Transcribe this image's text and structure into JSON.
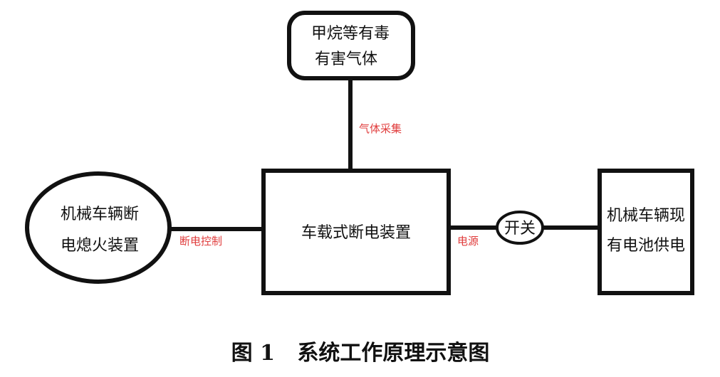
{
  "nodes": {
    "gas": {
      "lines": [
        "甲烷等有毒",
        "有害气体"
      ]
    },
    "device": {
      "lines": [
        "车载式断电装置"
      ]
    },
    "flameout": {
      "lines": [
        "机械车辆断",
        "电熄火装置"
      ]
    },
    "switch": {
      "lines": [
        "开关"
      ]
    },
    "battery": {
      "lines": [
        "机械车辆现",
        "有电池供电"
      ]
    }
  },
  "edges": {
    "gas_collection": "气体采集",
    "power_off_control": "断电控制",
    "power_source": "电源"
  },
  "caption": "图 1   系统工作原理示意图",
  "colors": {
    "line": "#111111",
    "edge_label": "#e03c3c"
  }
}
